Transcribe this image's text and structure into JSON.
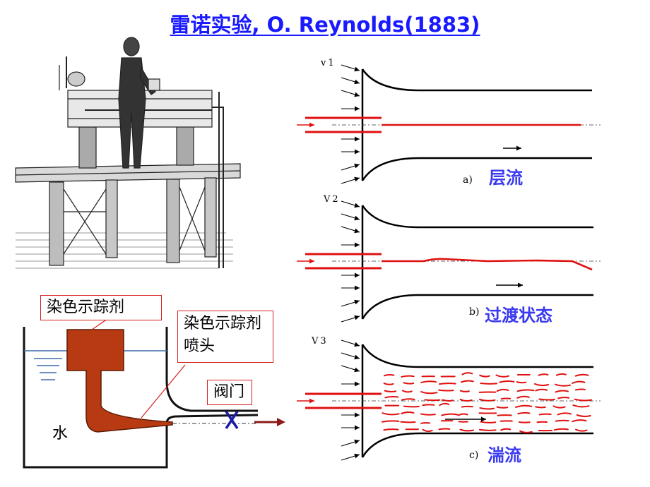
{
  "title": "雷诺实验, O. Reynolds(1883)",
  "apparatus": {
    "dye_tracer_label": "染色示踪剂",
    "dye_nozzle_label": "染色示踪剂喷头",
    "valve_label": "阀门",
    "water_label": "水"
  },
  "panels": [
    {
      "velocity_label": "v1",
      "sub_label": "a)",
      "regime_label": "层流"
    },
    {
      "velocity_label": "V2",
      "sub_label": "b)",
      "regime_label": "过渡状态"
    },
    {
      "velocity_label": "V3",
      "sub_label": "c)",
      "regime_label": "湍流"
    }
  ],
  "colors": {
    "title": "#1a1aff",
    "regime": "#3a3af0",
    "dye": "#e01010",
    "dye_apparatus": "#b83a12",
    "label_border": "#d81e1e"
  },
  "icons": [
    "flow-arrow-icon",
    "valve-icon",
    "outlet-arrow-icon"
  ]
}
